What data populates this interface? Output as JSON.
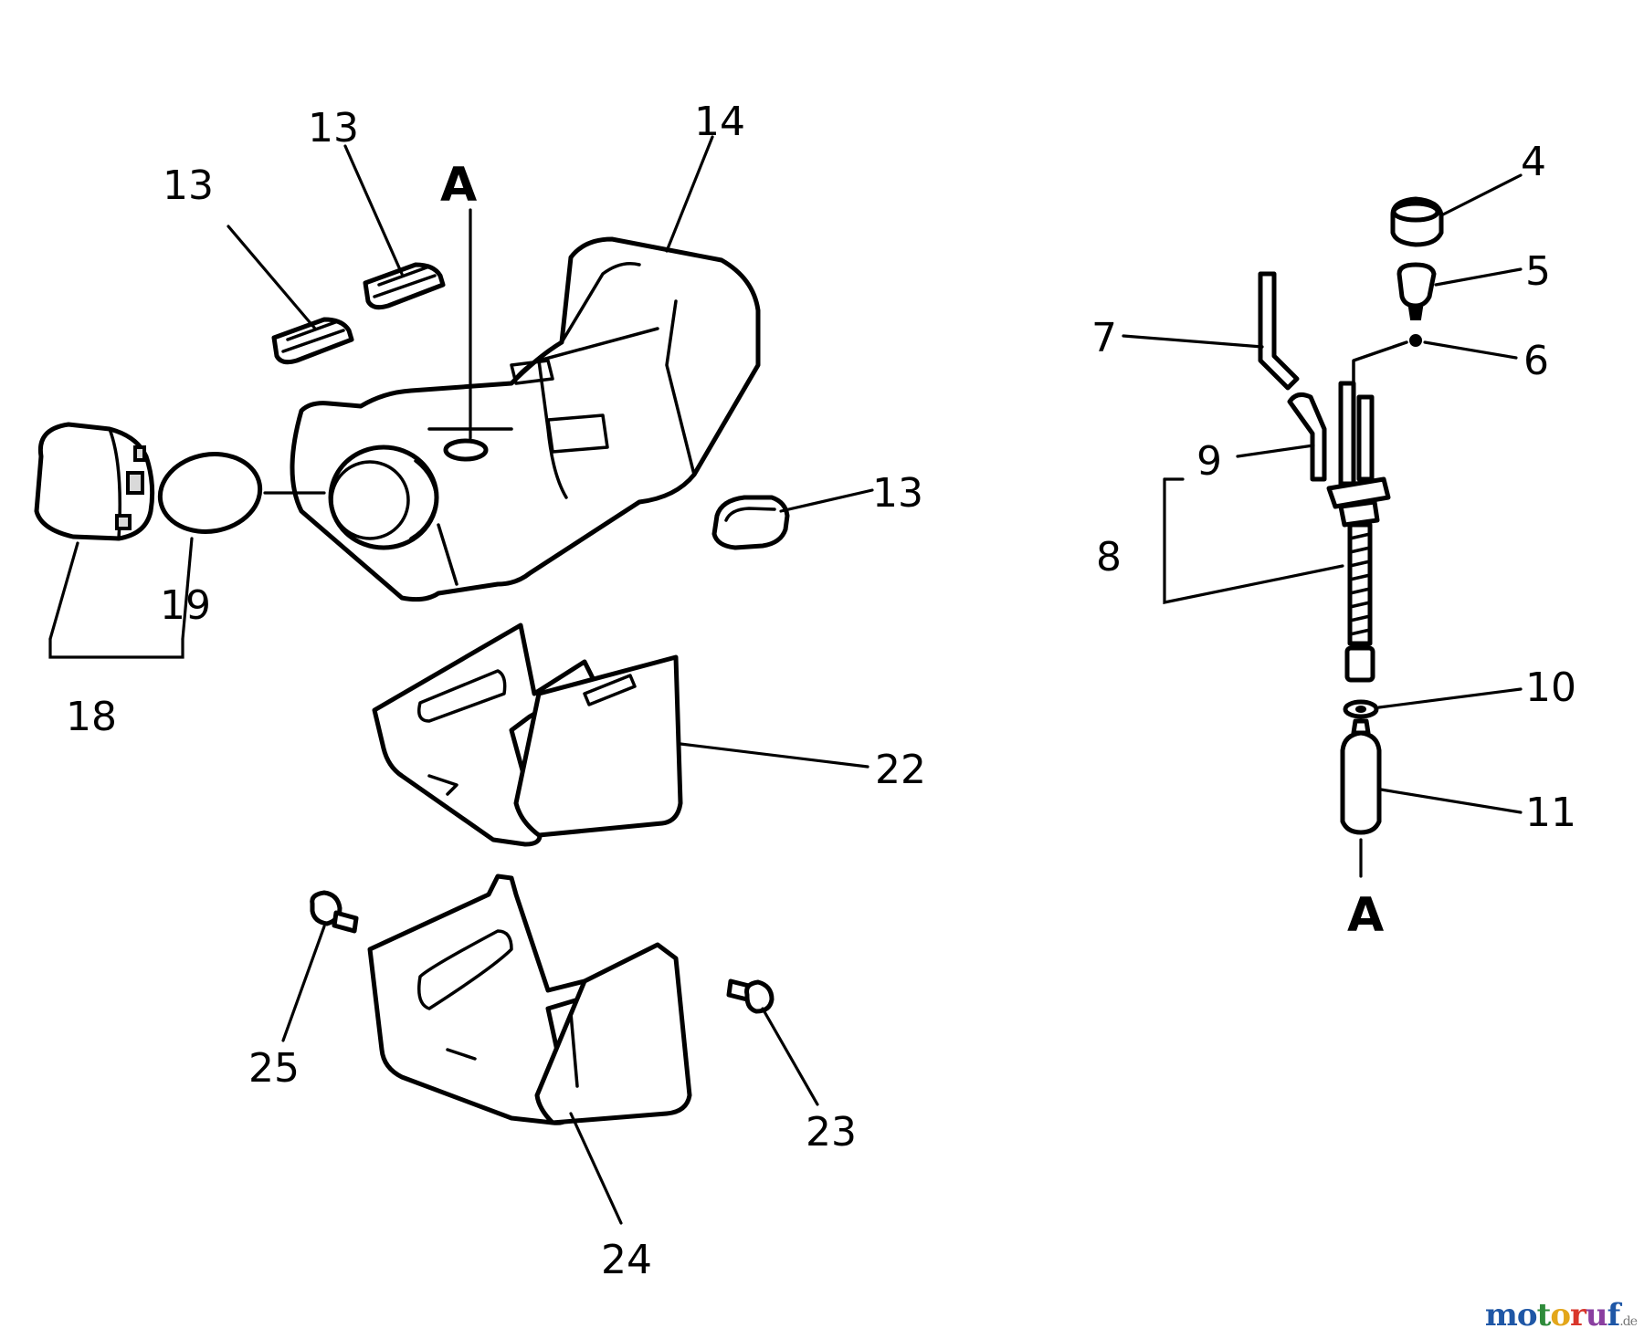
{
  "labels": {
    "l13a": "13",
    "l13b": "13",
    "l13c": "13",
    "l14": "14",
    "lA_top": "A",
    "lA_bottom": "A",
    "l4": "4",
    "l5": "5",
    "l6": "6",
    "l7": "7",
    "l8": "8",
    "l9": "9",
    "l10": "10",
    "l11": "11",
    "l18": "18",
    "l19": "19",
    "l22": "22",
    "l23": "23",
    "l24": "24",
    "l25": "25"
  },
  "watermark": {
    "letters": [
      "m",
      "o",
      "t",
      "o",
      "r",
      "u",
      "f"
    ],
    "colors": [
      "#1f57a6",
      "#1f57a6",
      "#2e8b3a",
      "#e3a61b",
      "#d9362b",
      "#8a3fa0",
      "#1f57a6"
    ],
    "suffix": ".de"
  }
}
